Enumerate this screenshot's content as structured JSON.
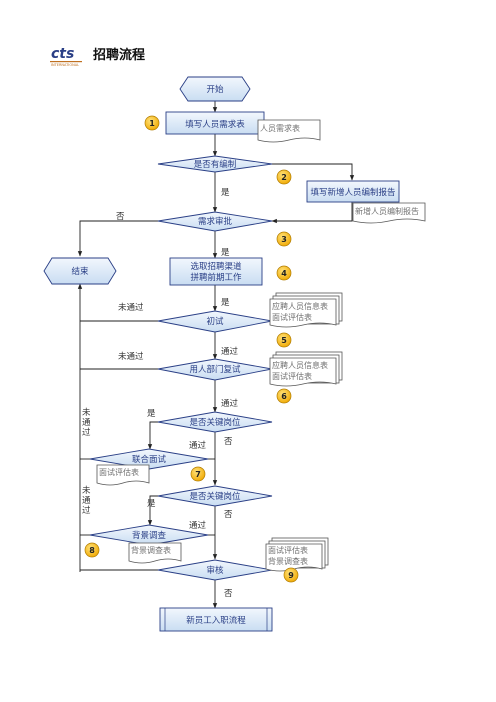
{
  "header": {
    "logo": "cts",
    "logo_sub": "INTERNATIONAL",
    "title": "招聘流程"
  },
  "nodes": {
    "start": "开始",
    "fill_form": "填写人员需求表",
    "is_budgeted": "是否有编制",
    "new_headcount_report": "填写新增人员编制报告",
    "demand_approval": "需求审批",
    "end": "结束",
    "channel_line1": "选取招聘渠道",
    "channel_line2": "拼聘前期工作",
    "first_interview": "初试",
    "dept_second_interview": "用人部门复试",
    "key_post_1": "是否关键岗位",
    "joint_interview": "联合面试",
    "key_post_2": "是否关键岗位",
    "background_check": "背景调查",
    "final_review": "审核",
    "onboarding": "新员工入职流程"
  },
  "documents": {
    "demand_form": "人员需求表",
    "headcount_report": "新增人员编制报告",
    "applicant_info_1": "应聘人员信息表",
    "eval_form_1": "面试评估表",
    "applicant_info_2": "应聘人员信息表",
    "eval_form_2": "面试评估表",
    "joint_eval": "面试评估表",
    "bg_form": "背景调查表",
    "review_eval": "面试评估表",
    "review_bg": "背景调查表"
  },
  "edge_labels": {
    "yes": "是",
    "no": "否",
    "pass": "通过",
    "not_pass": "未通过",
    "not_pass_vertical": [
      "未",
      "通",
      "过"
    ]
  },
  "badges": [
    "1",
    "2",
    "3",
    "4",
    "5",
    "6",
    "7",
    "8",
    "9"
  ],
  "colors": {
    "box_fill_top": "#eaf2fb",
    "box_fill_bottom": "#c9ddf2",
    "box_stroke": "#2a3f86",
    "badge_fill": "#f5b400",
    "badge_stroke": "#b07c00",
    "line": "#222222"
  }
}
